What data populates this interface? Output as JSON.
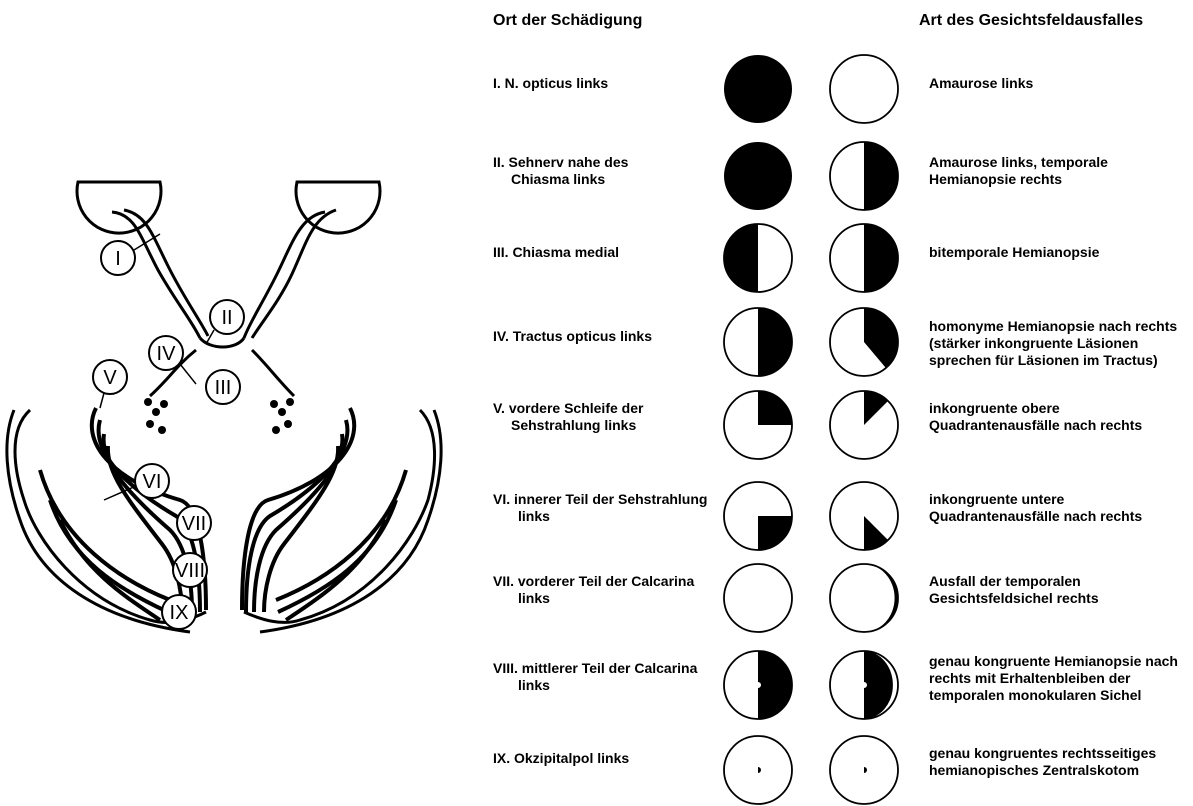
{
  "header": {
    "location_title": "Ort der Schädigung",
    "defect_title": "Art des Gesichtsfeldausfalles"
  },
  "brain_labels": [
    "I",
    "II",
    "III",
    "IV",
    "V",
    "VI",
    "VII",
    "VIII",
    "IX"
  ],
  "rows": [
    {
      "loc1": "I. N. opticus links",
      "loc2": "",
      "left_field": "full",
      "right_field": "none",
      "desc": [
        "Amaurose links"
      ]
    },
    {
      "loc1": "II. Sehnerv nahe des",
      "loc2": "Chiasma links",
      "left_field": "full",
      "right_field": "right-half",
      "desc": [
        "Amaurose links, temporale",
        "Hemianopsie rechts"
      ]
    },
    {
      "loc1": "III. Chiasma medial",
      "loc2": "",
      "left_field": "left-half",
      "right_field": "right-half",
      "desc": [
        "bitemporale Hemianopsie"
      ]
    },
    {
      "loc1": "IV. Tractus opticus links",
      "loc2": "",
      "left_field": "right-half",
      "right_field": "right-wedge",
      "desc": [
        "homonyme Hemianopsie nach rechts",
        "(stärker inkongruente Läsionen",
        "sprechen für Läsionen im Tractus)"
      ]
    },
    {
      "loc1": "V. vordere Schleife der",
      "loc2": "Sehstrahlung links",
      "left_field": "upper-right-quadrant",
      "right_field": "upper-right-sector",
      "desc": [
        "inkongruente obere",
        "Quadrantenausfälle nach rechts"
      ]
    },
    {
      "loc1": "VI. innerer Teil der Sehstrahlung",
      "loc2": "links",
      "left_field": "lower-right-quadrant",
      "right_field": "lower-right-sector",
      "desc": [
        "inkongruente untere",
        "Quadrantenausfälle nach rechts"
      ]
    },
    {
      "loc1": "VII. vorderer Teil der Calcarina",
      "loc2": "links",
      "left_field": "none",
      "right_field": "right-crescent",
      "desc": [
        "Ausfall der temporalen",
        "Gesichtsfeldsichel rechts"
      ]
    },
    {
      "loc1": "VIII. mittlerer Teil der Calcarina",
      "loc2": "links",
      "left_field": "right-half-macular-sparing",
      "right_field": "right-half-crescent-sparing",
      "desc": [
        "genau kongruente Hemianopsie nach",
        "rechts mit Erhaltenbleiben der",
        "temporalen monokularen Sichel"
      ]
    },
    {
      "loc1": "IX. Okzipitalpol links",
      "loc2": "",
      "left_field": "central-scotoma-right",
      "right_field": "central-scotoma-right",
      "desc": [
        "genau kongruentes rechtsseitiges",
        "hemianopisches Zentralskotom"
      ]
    }
  ]
}
